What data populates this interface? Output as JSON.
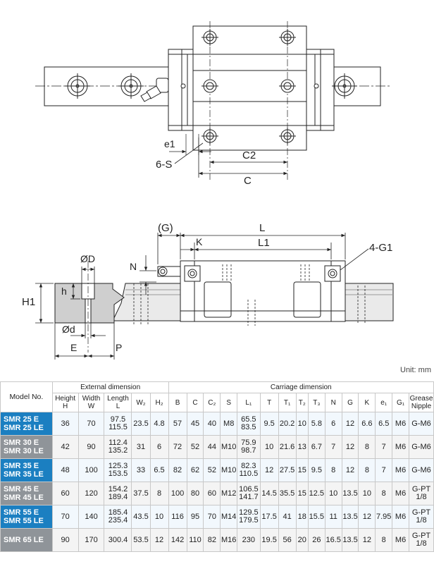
{
  "top_view": {
    "e1": "e1",
    "six_s": "6-S",
    "c2": "C2",
    "c": "C"
  },
  "side_view": {
    "g_paren": "(G)",
    "l": "L",
    "k": "K",
    "l1": "L1",
    "four_g1": "4-G1",
    "n": "N"
  },
  "rail_section": {
    "od_upper": "ØD",
    "h1": "H1",
    "h": "h",
    "od_lower": "Ød",
    "e": "E",
    "p": "P"
  },
  "unit_label": "Unit: mm",
  "table": {
    "model_header": "Model No.",
    "group_external": "External dimension",
    "group_carriage": "Carriage dimension",
    "sub_headers": [
      [
        "Height",
        "H"
      ],
      [
        "Width",
        "W"
      ],
      [
        "Length",
        "L"
      ],
      [
        "W₂",
        ""
      ],
      [
        "H₂",
        ""
      ],
      [
        "B",
        ""
      ],
      [
        "C",
        ""
      ],
      [
        "C₂",
        ""
      ],
      [
        "S",
        ""
      ],
      [
        "L₁",
        ""
      ],
      [
        "T",
        ""
      ],
      [
        "T₁",
        ""
      ],
      [
        "T₂",
        ""
      ],
      [
        "T₃",
        ""
      ],
      [
        "N",
        ""
      ],
      [
        "G",
        ""
      ],
      [
        "K",
        ""
      ],
      [
        "e₁",
        ""
      ],
      [
        "G₁",
        ""
      ],
      [
        "Grease",
        "Nipple"
      ]
    ],
    "rows": [
      {
        "style": "blue",
        "model": [
          "SMR 25 E",
          "SMR 25 LE"
        ],
        "cells": [
          [
            "36"
          ],
          [
            "70"
          ],
          [
            "97.5",
            "115.5"
          ],
          [
            "23.5"
          ],
          [
            "4.8"
          ],
          [
            "57"
          ],
          [
            "45"
          ],
          [
            "40"
          ],
          [
            "M8"
          ],
          [
            "65.5",
            "83.5"
          ],
          [
            "9.5"
          ],
          [
            "20.2"
          ],
          [
            "10"
          ],
          [
            "5.8"
          ],
          [
            "6"
          ],
          [
            "12"
          ],
          [
            "6.6"
          ],
          [
            "6.5"
          ],
          [
            "M6"
          ],
          [
            "G-M6"
          ]
        ]
      },
      {
        "style": "grey",
        "model": [
          "SMR 30 E",
          "SMR 30 LE"
        ],
        "cells": [
          [
            "42"
          ],
          [
            "90"
          ],
          [
            "112.4",
            "135.2"
          ],
          [
            "31"
          ],
          [
            "6"
          ],
          [
            "72"
          ],
          [
            "52"
          ],
          [
            "44"
          ],
          [
            "M10"
          ],
          [
            "75.9",
            "98.7"
          ],
          [
            "10"
          ],
          [
            "21.6"
          ],
          [
            "13"
          ],
          [
            "6.7"
          ],
          [
            "7"
          ],
          [
            "12"
          ],
          [
            "8"
          ],
          [
            "7"
          ],
          [
            "M6"
          ],
          [
            "G-M6"
          ]
        ]
      },
      {
        "style": "blue",
        "model": [
          "SMR 35 E",
          "SMR 35 LE"
        ],
        "cells": [
          [
            "48"
          ],
          [
            "100"
          ],
          [
            "125.3",
            "153.5"
          ],
          [
            "33"
          ],
          [
            "6.5"
          ],
          [
            "82"
          ],
          [
            "62"
          ],
          [
            "52"
          ],
          [
            "M10"
          ],
          [
            "82.3",
            "110.5"
          ],
          [
            "12"
          ],
          [
            "27.5"
          ],
          [
            "15"
          ],
          [
            "9.5"
          ],
          [
            "8"
          ],
          [
            "12"
          ],
          [
            "8"
          ],
          [
            "7"
          ],
          [
            "M6"
          ],
          [
            "G-M6"
          ]
        ]
      },
      {
        "style": "grey",
        "model": [
          "SMR 45 E",
          "SMR 45 LE"
        ],
        "cells": [
          [
            "60"
          ],
          [
            "120"
          ],
          [
            "154.2",
            "189.4"
          ],
          [
            "37.5"
          ],
          [
            "8"
          ],
          [
            "100"
          ],
          [
            "80"
          ],
          [
            "60"
          ],
          [
            "M12"
          ],
          [
            "106.5",
            "141.7"
          ],
          [
            "14.5"
          ],
          [
            "35.5"
          ],
          [
            "15"
          ],
          [
            "12.5"
          ],
          [
            "10"
          ],
          [
            "13.5"
          ],
          [
            "10"
          ],
          [
            "8"
          ],
          [
            "M6"
          ],
          [
            "G-PT",
            "1/8"
          ]
        ]
      },
      {
        "style": "blue",
        "model": [
          "SMR 55 E",
          "SMR 55 LE"
        ],
        "cells": [
          [
            "70"
          ],
          [
            "140"
          ],
          [
            "185.4",
            "235.4"
          ],
          [
            "43.5"
          ],
          [
            "10"
          ],
          [
            "116"
          ],
          [
            "95"
          ],
          [
            "70"
          ],
          [
            "M14"
          ],
          [
            "129.5",
            "179.5"
          ],
          [
            "17.5"
          ],
          [
            "41"
          ],
          [
            "18"
          ],
          [
            "15.5"
          ],
          [
            "11"
          ],
          [
            "13.5"
          ],
          [
            "12"
          ],
          [
            "7.95"
          ],
          [
            "M6"
          ],
          [
            "G-PT",
            "1/8"
          ]
        ]
      },
      {
        "style": "grey",
        "model": [
          "SMR 65 LE"
        ],
        "cells": [
          [
            "90"
          ],
          [
            "170"
          ],
          [
            "300.4"
          ],
          [
            "53.5"
          ],
          [
            "12"
          ],
          [
            "142"
          ],
          [
            "110"
          ],
          [
            "82"
          ],
          [
            "M16"
          ],
          [
            "230"
          ],
          [
            "19.5"
          ],
          [
            "56"
          ],
          [
            "20"
          ],
          [
            "26"
          ],
          [
            "16.5"
          ],
          [
            "13.5"
          ],
          [
            "12"
          ],
          [
            "8"
          ],
          [
            "M6"
          ],
          [
            "G-PT",
            "1/8"
          ]
        ]
      }
    ]
  }
}
